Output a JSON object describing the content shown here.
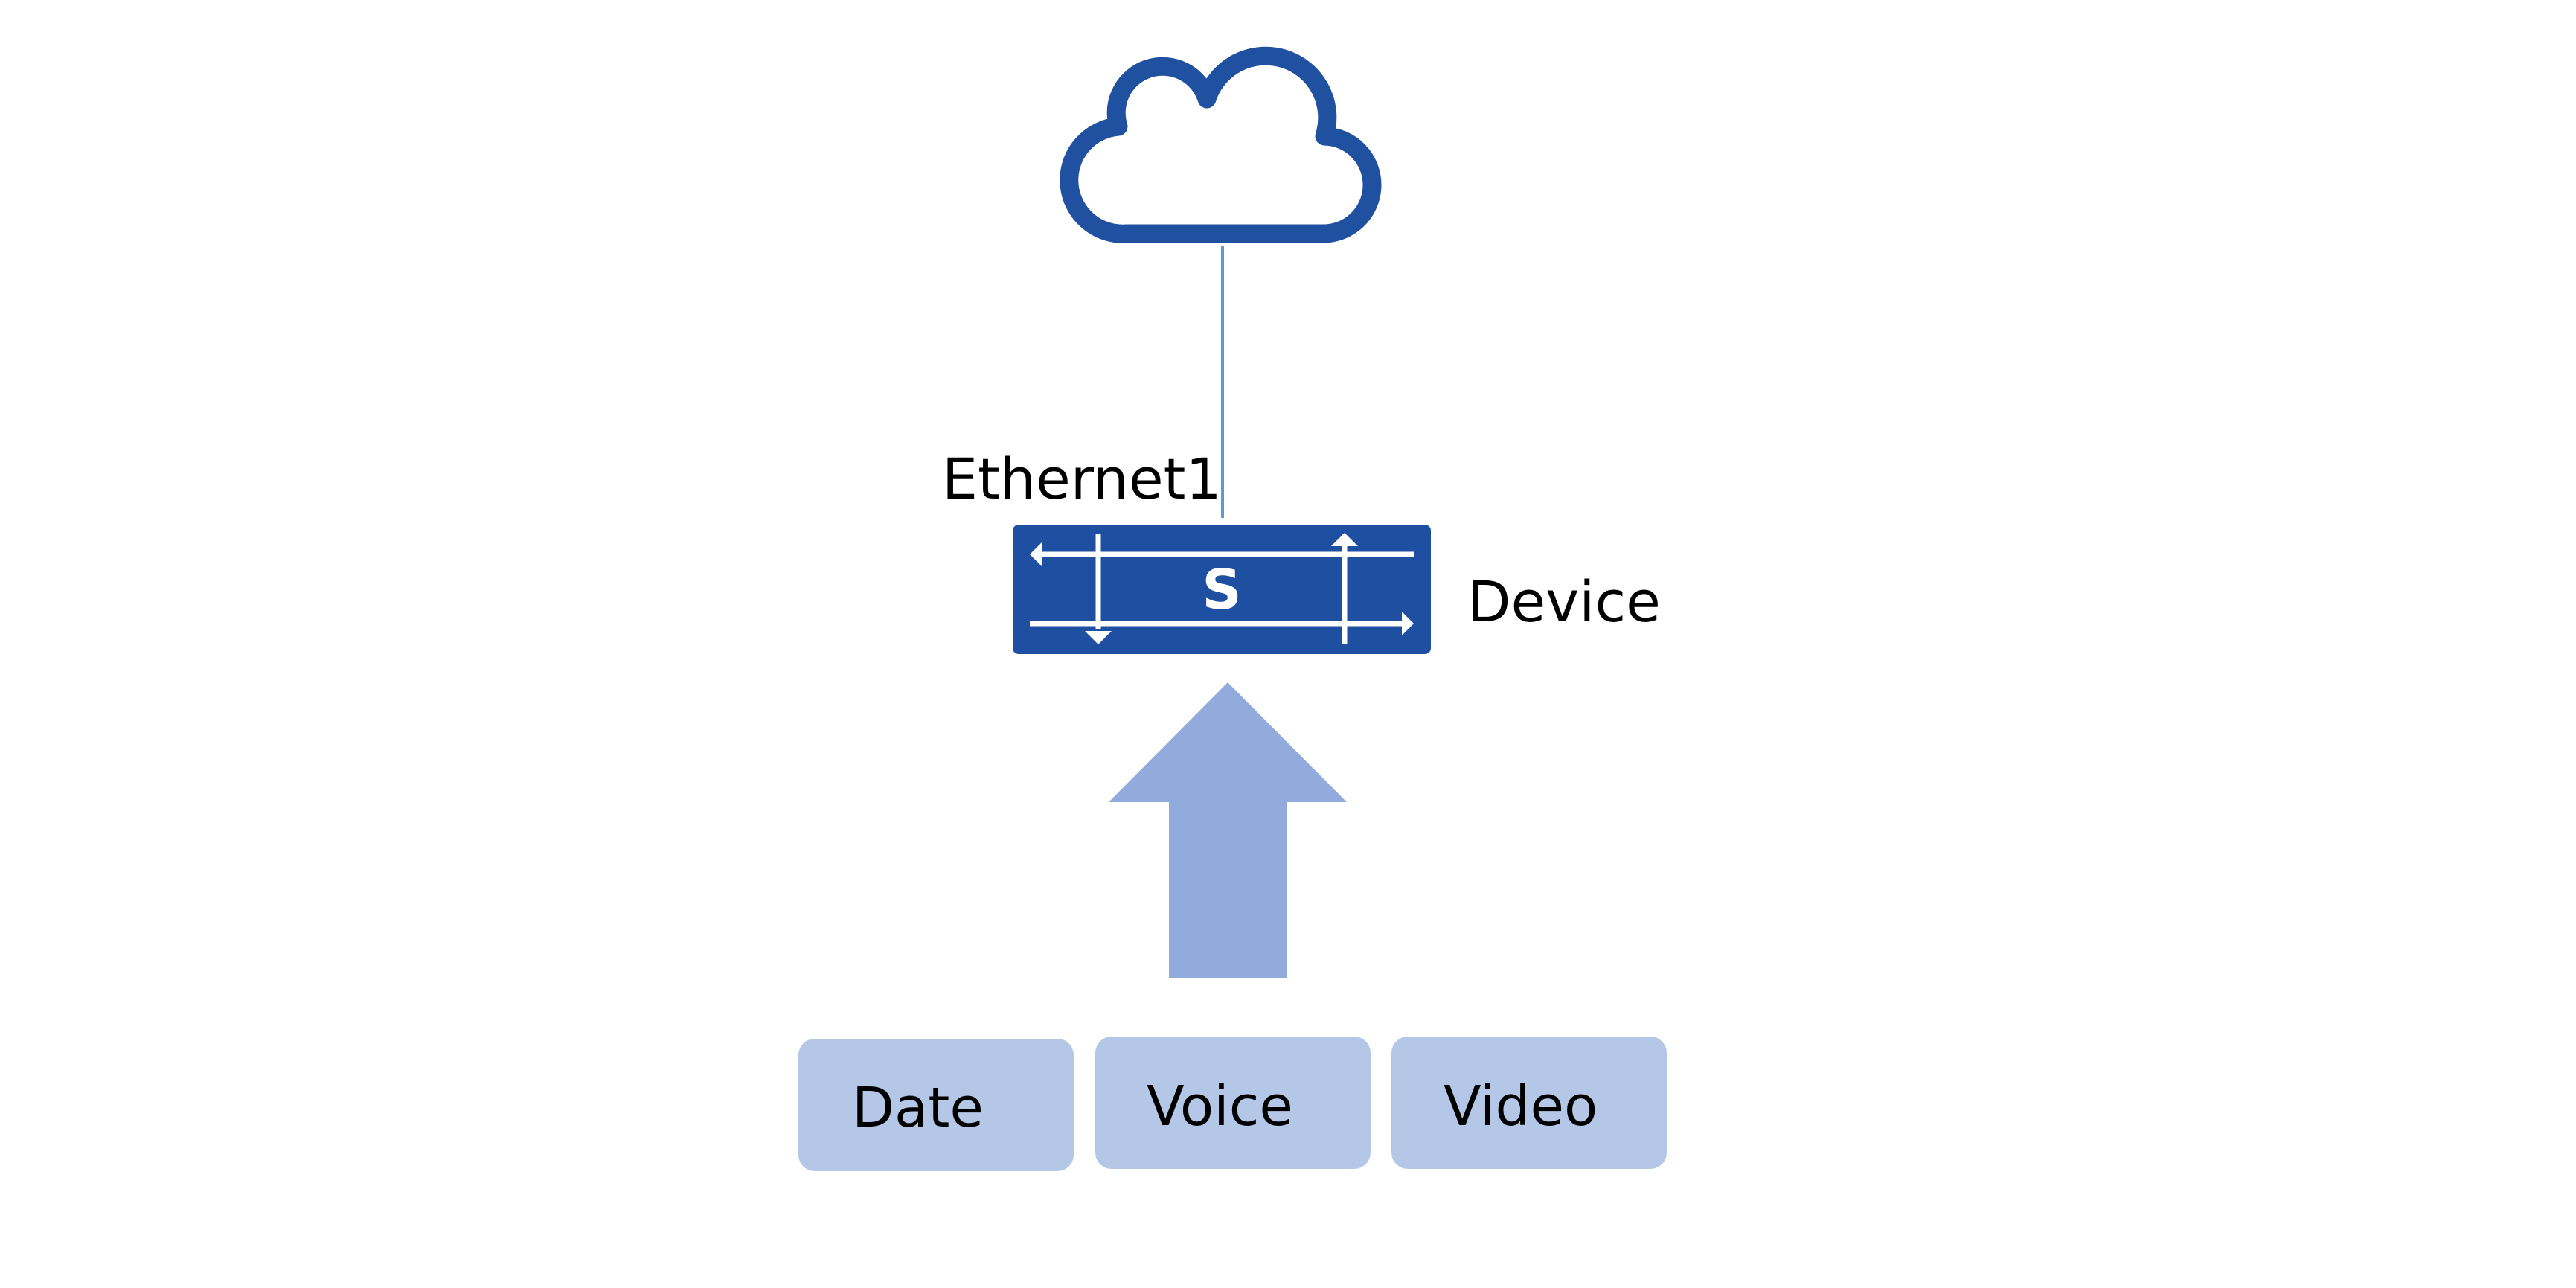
{
  "diagram": {
    "interface_label": "Ethernet1",
    "device_label": "Device",
    "switch_letter": "S",
    "traffic_types": [
      {
        "label": "Date"
      },
      {
        "label": "Voice"
      },
      {
        "label": "Video"
      }
    ]
  },
  "colors": {
    "cloud_stroke": "#2050a0",
    "link_line": "#5b9bd5",
    "switch_fill": "#1f4fa0",
    "arrow_fill": "#91acdc",
    "box_fill": "#b4c7e7",
    "text": "#000000"
  },
  "icons": {
    "cloud": "cloud-icon",
    "switch": "switch-icon",
    "flow_arrow": "up-arrow-icon"
  }
}
